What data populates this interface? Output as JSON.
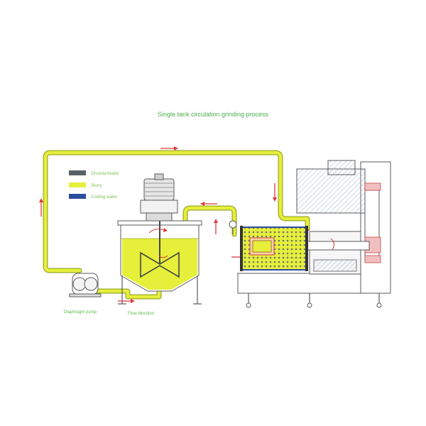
{
  "title": "Single tank circulation grinding process",
  "legend": [
    {
      "label": "Zirconia beads",
      "color": "#5a6066"
    },
    {
      "label": "Slurry",
      "color": "#e6ef3a"
    },
    {
      "label": "Cooling water",
      "color": "#2a4f9a"
    }
  ],
  "captions": {
    "pump": "Diaphragm pump",
    "flow": "Flow direction"
  },
  "colors": {
    "slurry": "#e6ef3a",
    "slurry_edge": "#9aa82a",
    "arrow": "#e0383a",
    "line": "#5a5a5a",
    "hatch": "#9fb3c8"
  }
}
